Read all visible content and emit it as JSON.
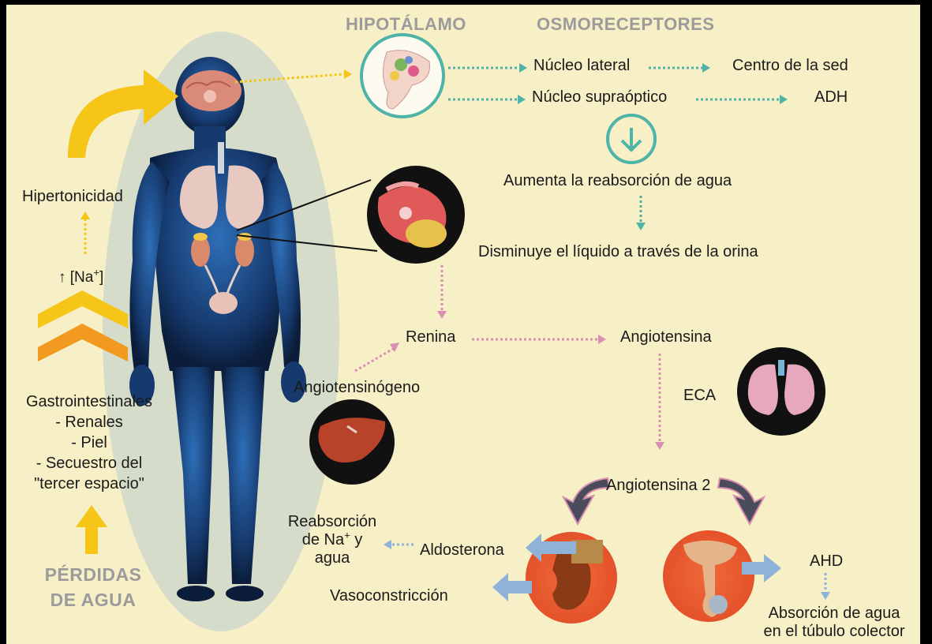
{
  "headers": {
    "hipotalamo": "HIPOTÁLAMO",
    "osmoreceptores": "OSMORECEPTORES",
    "perdidas_line1": "PÉRDIDAS",
    "perdidas_line2": "DE AGUA"
  },
  "labels": {
    "nucleo_lateral": "Núcleo lateral",
    "centro_sed": "Centro de la sed",
    "nucleo_supraoptico": "Núcleo supraóptico",
    "adh": "ADH",
    "aumenta": "Aumenta la reabsorción de agua",
    "disminuye": "Disminuye el líquido a través de la orina",
    "hipertonicidad": "Hipertonicidad",
    "na_arrow": "↑ [Na",
    "na_sup": "+",
    "na_close": "]",
    "renina": "Renina",
    "angiotensina": "Angiotensina",
    "angiotensinogeno": "Angiotensinógeno",
    "eca": "ECA",
    "angiotensina2": "Angiotensina 2",
    "aldosterona": "Aldosterona",
    "reabsorcion_line1": "Reabsorción",
    "reabsorcion_line2_pre": "de Na",
    "reabsorcion_sup": "+",
    "reabsorcion_line2_post": " y",
    "reabsorcion_line3": "agua",
    "vasoconstriccion": "Vasoconstricción",
    "ahd": "AHD",
    "absorcion_line1": "Absorción de agua",
    "absorcion_line2": "en el túbulo colector"
  },
  "causes": [
    "Gastrointestinales",
    "- Renales",
    "- Piel",
    "- Secuestro del",
    "\"tercer espacio\""
  ],
  "colors": {
    "background": "#f7efc6",
    "teal": "#4fb3a8",
    "pink_arrow": "#d98fb0",
    "blue_arrow": "#8fb2d8",
    "yellow_arrow": "#f5c518",
    "orange_chevron": "#f29a1f",
    "body_blue": "#1d4c8a",
    "dark_arrow": "#4a4c5c",
    "header_gray": "#9b9b9b"
  },
  "icons": [
    "brain-icon",
    "lungs-icon",
    "kidneys-icon",
    "bladder-icon",
    "hypothalamus-icon",
    "down-arrow-icon",
    "liver-icon",
    "lung-tissue-icon",
    "kidney-icon",
    "pituitary-icon"
  ]
}
